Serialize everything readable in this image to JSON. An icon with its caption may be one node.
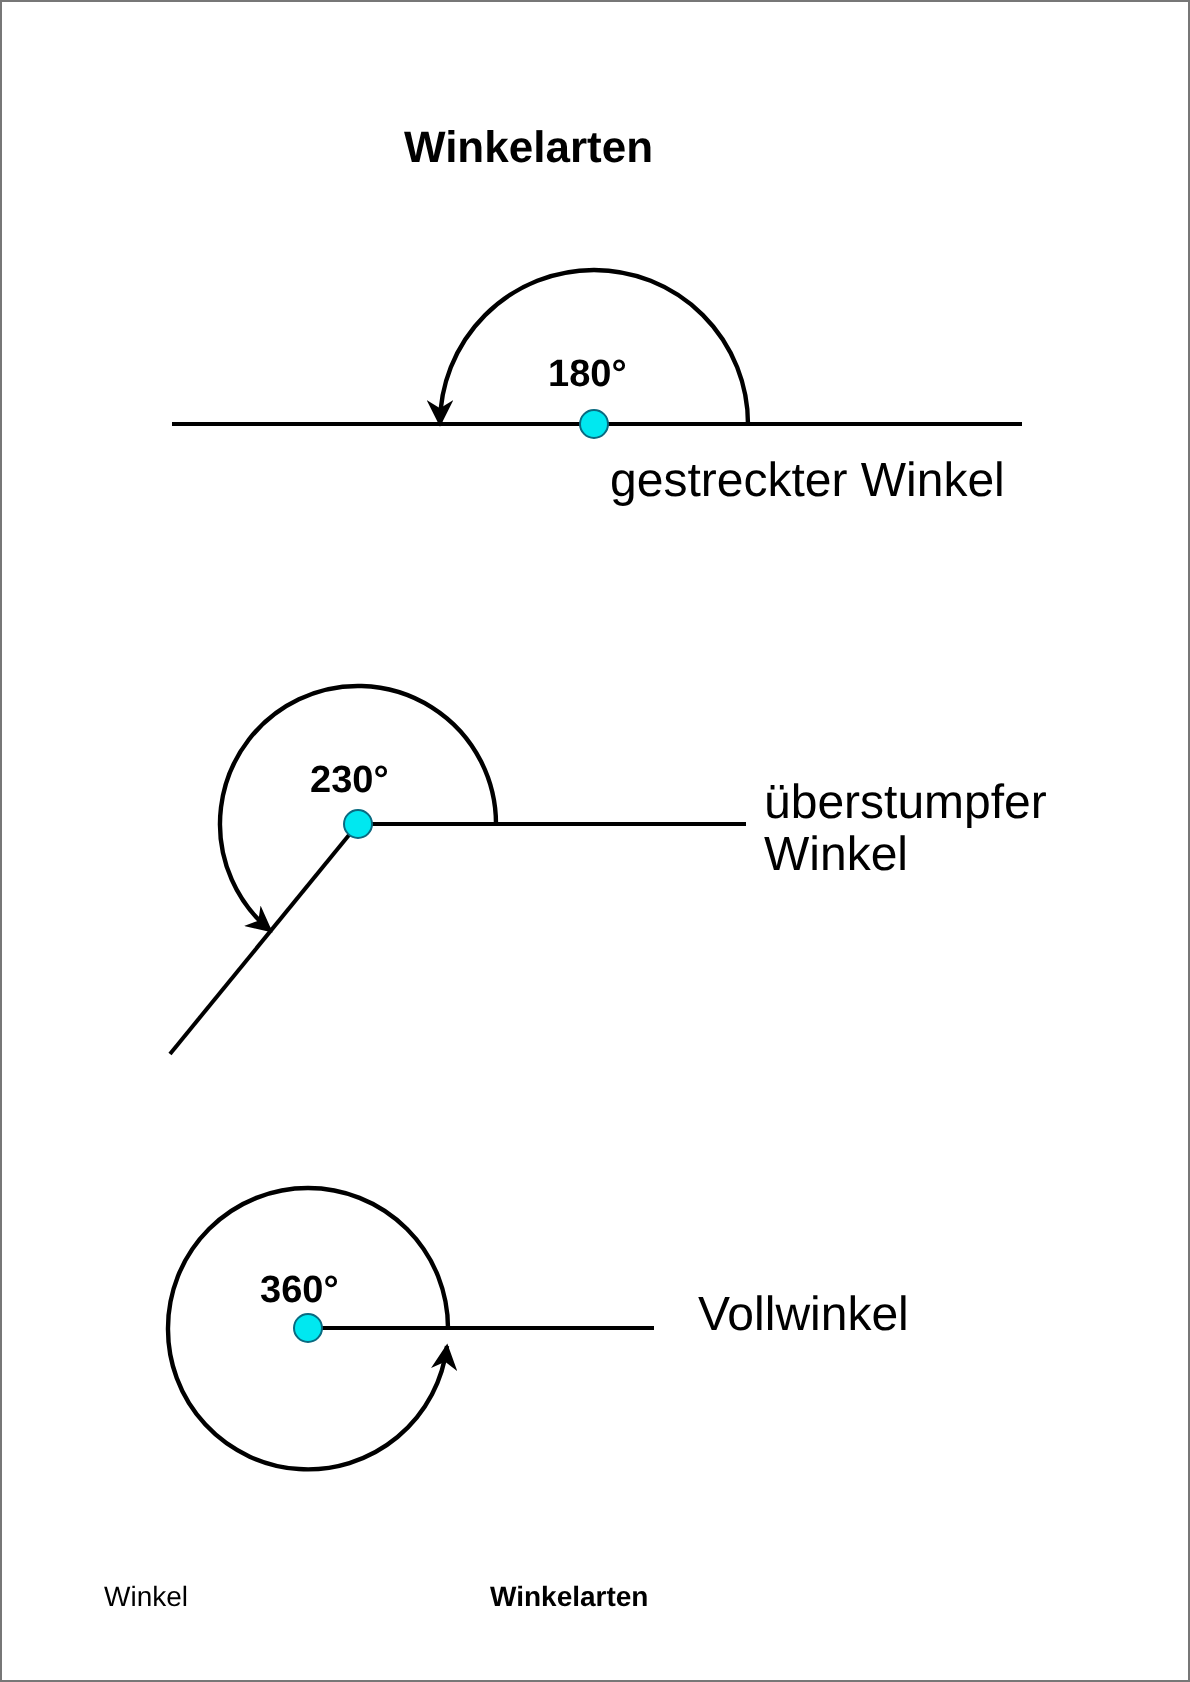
{
  "diagram": {
    "title": "Winkelarten",
    "labels": [
      "180°",
      "gestreckter Winkel",
      "230°",
      "überstumpfer Winkel",
      "360°",
      "Vollwinkel",
      "Winkel",
      "Winkelarten"
    ]
  }
}
